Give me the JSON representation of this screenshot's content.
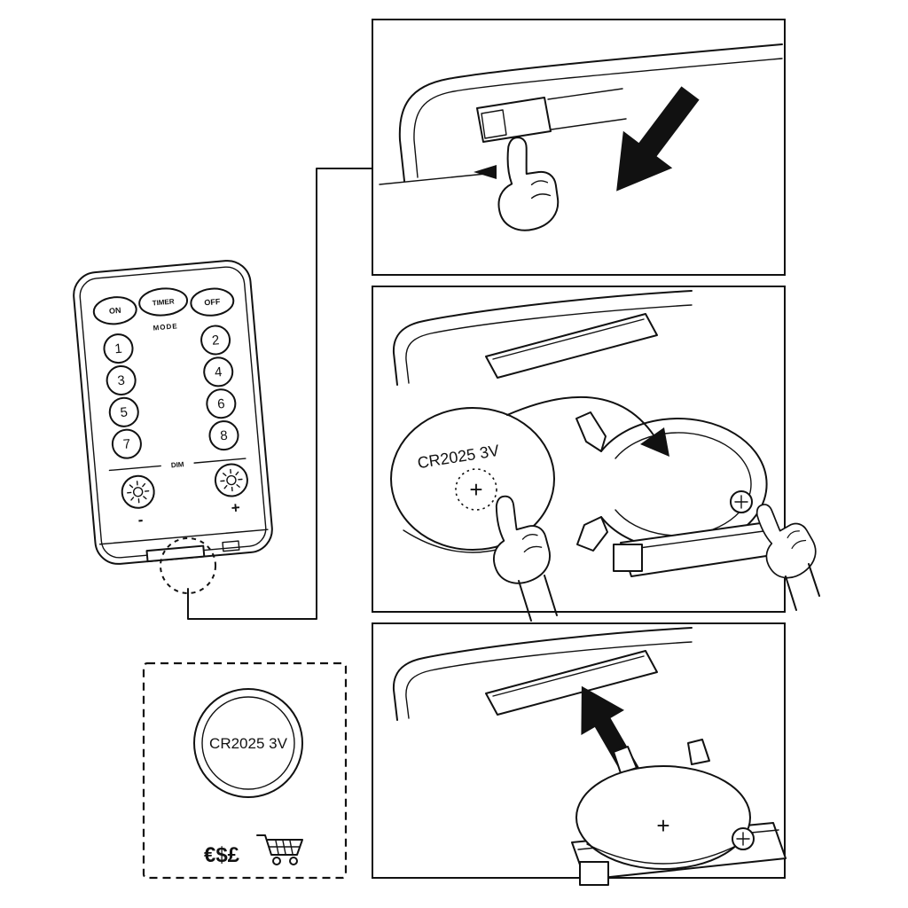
{
  "figure": {
    "title": "Remote control battery replacement instruction diagram"
  },
  "remote": {
    "power_buttons": [
      "ON",
      "TIMER",
      "OFF"
    ],
    "mode_label": "MODE",
    "numbers": [
      "1",
      "2",
      "3",
      "4",
      "5",
      "6",
      "7",
      "8"
    ],
    "dim_label": "DIM",
    "dim_minus": "-",
    "dim_plus": "+"
  },
  "battery_purchase_box": {
    "battery_type": "CR2025 3V",
    "currencies": "€$£"
  },
  "step2": {
    "battery_type": "CR2025 3V",
    "polarity": "+"
  },
  "step3": {
    "polarity": "+"
  },
  "colors": {
    "ink": "#111111",
    "background": "#ffffff"
  }
}
